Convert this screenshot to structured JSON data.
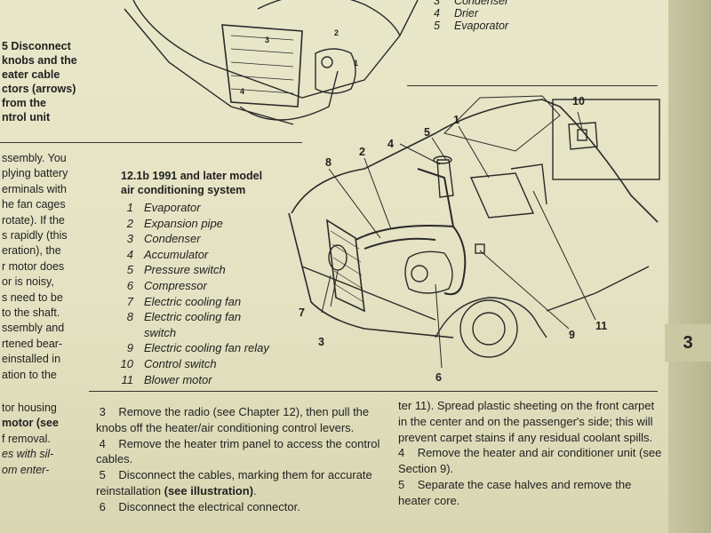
{
  "top_caption": [
    "5 Disconnect",
    "knobs and the",
    "eater cable",
    "ctors (arrows)",
    "from the",
    "ntrol unit"
  ],
  "top_legend": [
    {
      "num": "3",
      "text": "Condenser"
    },
    {
      "num": "4",
      "text": "Drier"
    },
    {
      "num": "5",
      "text": "Evaporator"
    }
  ],
  "left_column": [
    "ssembly. You",
    "plying battery",
    "erminals with",
    "he fan cages",
    "rotate). If the",
    "s rapidly (this",
    "eration), the",
    "r motor does",
    "or is noisy,",
    "s need to be",
    "to the shaft.",
    "ssembly and",
    "rtened bear-",
    "einstalled in",
    "ation to the"
  ],
  "left_column_lower": [
    "tor housing",
    "motor (see",
    "",
    "f removal.",
    "es with sil-",
    "om enter-"
  ],
  "figure": {
    "title_line1": "12.1b  1991 and later model",
    "title_line2": "air conditioning system",
    "legend": [
      {
        "num": "1",
        "text": "Evaporator"
      },
      {
        "num": "2",
        "text": "Expansion pipe"
      },
      {
        "num": "3",
        "text": "Condenser"
      },
      {
        "num": "4",
        "text": "Accumulator"
      },
      {
        "num": "5",
        "text": "Pressure switch"
      },
      {
        "num": "6",
        "text": "Compressor"
      },
      {
        "num": "7",
        "text": "Electric cooling fan"
      },
      {
        "num": "8",
        "text": "Electric cooling fan"
      },
      {
        "num": "",
        "text": "switch"
      },
      {
        "num": "9",
        "text": "Electric cooling fan relay"
      },
      {
        "num": "10",
        "text": "Control switch"
      },
      {
        "num": "11",
        "text": "Blower motor"
      }
    ],
    "callouts": {
      "c1": "1",
      "c2": "2",
      "c3": "3",
      "c4": "4",
      "c5": "5",
      "c6": "6",
      "c7": "7",
      "c8": "8",
      "c9": "9",
      "c10": "10",
      "c11": "11"
    }
  },
  "top_diagram_callouts": {
    "t1": "1",
    "t2": "2",
    "t3": "3",
    "t4": "4"
  },
  "middle_column": {
    "s3_num": "3",
    "s3_text": "Remove the radio (see Chapter 12), then pull the knobs off the heater/air conditioning control levers.",
    "s4_num": "4",
    "s4_text": "Remove the heater trim panel to access the control cables.",
    "s5_num": "5",
    "s5_text": "Disconnect the cables, marking them for accurate reinstallation ",
    "s5_bold": "(see illustration)",
    "s5_end": ".",
    "s6_num": "6",
    "s6_text": "Disconnect the electrical connector."
  },
  "right_column": {
    "p1": "ter 11). Spread plastic sheeting on the front carpet in the center and on the passenger's side; this will prevent carpet stains if any residual coolant spills.",
    "s4_num": "4",
    "s4_text": "Remove the heater and air conditioner unit (see Section 9).",
    "s5_num": "5",
    "s5_text": "Separate the case halves and remove the heater core."
  },
  "chapter_tab": "3"
}
